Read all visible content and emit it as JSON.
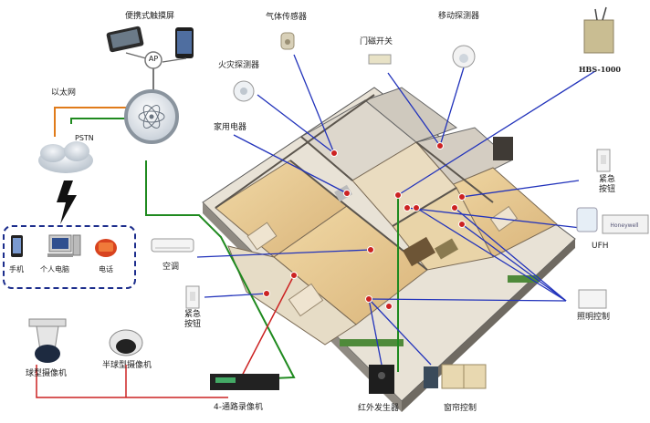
{
  "labels": {
    "touchscreen": "便携式触摸屏",
    "ap": "AP",
    "ethernet": "以太网",
    "pstn": "PSTN",
    "phone_mobile": "手机",
    "pc": "个人电脑",
    "telephone": "电话",
    "gas_detector": "气体传感器",
    "door_magnet": "门磁开关",
    "motion_detector": "移动探测器",
    "fire_detector": "火灾探测器",
    "appliance": "家用电器",
    "hbs": "HBS-1000",
    "emergency_right": "紧急\n按钮",
    "ufh": "UFH",
    "aircon": "空调",
    "emergency_left": "紧急\n按钮",
    "lighting": "照明控制",
    "dome_camera": "球型摄像机",
    "half_dome_camera": "半球型摄像机",
    "dvr": "4-通路录像机",
    "ir_emitter": "红外发生器",
    "curtain": "窗帘控制"
  },
  "colors": {
    "signal_line": "#2233bb",
    "camera_line": "#cc2222",
    "green_bus": "#1f8a1f",
    "ethernet_line": "#e07b1a"
  }
}
